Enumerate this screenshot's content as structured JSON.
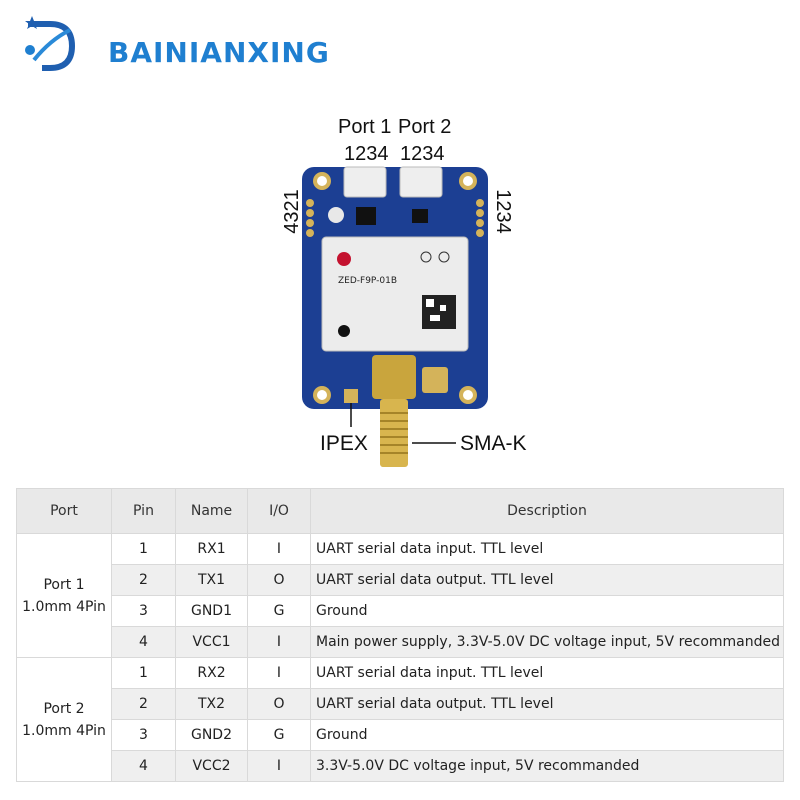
{
  "brand": {
    "name": "BAINIANXING",
    "color": "#1f7fd0"
  },
  "board": {
    "module_label": "ZED-F9P-01B",
    "port_header": {
      "port1_title": "Port 1",
      "port2_title": "Port 2",
      "port1_pins": "1234",
      "port2_pins": "1234"
    },
    "left_header_pins": "4321",
    "right_header_pins": "1234",
    "ipex_label": "IPEX",
    "sma_label": "SMA-K"
  },
  "table": {
    "headers": [
      "Port",
      "Pin",
      "Name",
      "I/O",
      "Description"
    ],
    "groups": [
      {
        "port_line1": "Port 1",
        "port_line2": "1.0mm 4Pin",
        "rows": [
          {
            "pin": "1",
            "name": "RX1",
            "io": "I",
            "desc": "UART serial data input. TTL level"
          },
          {
            "pin": "2",
            "name": "TX1",
            "io": "O",
            "desc": "UART serial data output. TTL level"
          },
          {
            "pin": "3",
            "name": "GND1",
            "io": "G",
            "desc": "Ground"
          },
          {
            "pin": "4",
            "name": "VCC1",
            "io": "I",
            "desc": "Main power supply, 3.3V-5.0V DC voltage input, 5V recommanded"
          }
        ]
      },
      {
        "port_line1": "Port 2",
        "port_line2": "1.0mm 4Pin",
        "rows": [
          {
            "pin": "1",
            "name": "RX2",
            "io": "I",
            "desc": "UART serial data input. TTL level"
          },
          {
            "pin": "2",
            "name": "TX2",
            "io": "O",
            "desc": "UART serial data output. TTL level"
          },
          {
            "pin": "3",
            "name": "GND2",
            "io": "G",
            "desc": "Ground"
          },
          {
            "pin": "4",
            "name": "VCC2",
            "io": "I",
            "desc": "3.3V-5.0V DC voltage input, 5V recommanded"
          }
        ]
      }
    ]
  }
}
